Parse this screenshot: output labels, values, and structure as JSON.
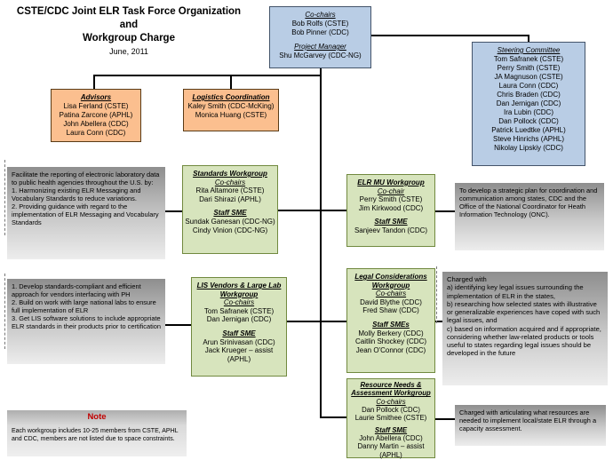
{
  "title": {
    "line1": "CSTE/CDC Joint ELR Task Force Organization",
    "line2": "and",
    "line3": "Workgroup Charge",
    "date": "June, 2011"
  },
  "cochairs": {
    "heading": "Co-chairs",
    "members": [
      "Bob Rolfs (CSTE)",
      "Bob Pinner (CDC)"
    ],
    "heading2": "Project Manager",
    "members2": [
      "Shu McGarvey (CDC-NG)"
    ]
  },
  "steering": {
    "heading": "Steering Committee",
    "members": [
      "Tom Safranek (CSTE)",
      "Perry Smith (CSTE)",
      "JA Magnuson (CSTE)",
      "Laura Conn (CDC)",
      "Chris Braden (CDC)",
      "Dan Jernigan (CDC)",
      "Ira Lubin (CDC)",
      "Dan Pollock (CDC)",
      "Patrick Luedtke (APHL)",
      "Steve Hinrichs (APHL)",
      "Nikolay Lipskiy (CDC)"
    ]
  },
  "advisors": {
    "heading": "Advisors",
    "members": [
      "Lisa Ferland (CSTE)",
      "Patina Zarcone (APHL)",
      "John Abellera (CDC)",
      "Laura Conn (CDC)"
    ]
  },
  "logistics": {
    "heading": "Logistics Coordination",
    "members": [
      "Kaley Smith (CDC-McKing)",
      "Monica Huang (CSTE)"
    ]
  },
  "workgroups": [
    {
      "title": "Standards Workgroup",
      "cochair_label": "Co-chairs",
      "cochairs": [
        "Rita Altamore (CSTE)",
        "Dari Shirazi (APHL)"
      ],
      "sme_label": "Staff SME",
      "smes": [
        "Sundak Ganesan (CDC-NG)",
        "Cindy Vinion (CDC-NG)"
      ]
    },
    {
      "title": "ELR MU Workgroup",
      "cochair_label": "Co-chair",
      "cochairs": [
        "Perry Smith (CSTE)",
        "Jim Kirkwood (CDC)"
      ],
      "sme_label": "Staff SME",
      "smes": [
        "Sanjeev Tandon (CDC)"
      ]
    },
    {
      "title": "LIS Vendors & Large Lab Workgroup",
      "cochair_label": "Co-chairs",
      "cochairs": [
        "Tom Safranek (CSTE)",
        "Dan Jernigan (CDC)"
      ],
      "sme_label": "Staff SME",
      "smes": [
        "Arun Srinivasan (CDC)",
        "Jack Krueger – assist (APHL)"
      ]
    },
    {
      "title": "Legal Considerations Workgroup",
      "cochair_label": "Co-chairs",
      "cochairs": [
        "David Blythe (CDC)",
        "Fred Shaw (CDC)"
      ],
      "sme_label": "Staff SMEs",
      "smes": [
        "Molly Berkery (CDC)",
        "Caitlin Shockey (CDC)",
        "Jean O'Connor (CDC)"
      ]
    },
    {
      "title": "Resource Needs & Assessment Workgroup",
      "cochair_label": "Co-chairs",
      "cochairs": [
        "Dan Pollock (CDC)",
        "Laurie Smithee (CSTE)"
      ],
      "sme_label": "Staff SME",
      "smes": [
        "John Abellera (CDC)",
        "Danny Martin – assist (APHL)"
      ]
    }
  ],
  "charges": [
    {
      "text": "Facilitate the reporting of electronic laboratory data to public health agencies throughout the U.S. by:\n1.  Harmonizing existing ELR Messaging and Vocabulary Standards to reduce variations.\n2.  Providing guidance with regard to the implementation of ELR Messaging and Vocabulary Standards"
    },
    {
      "text": "To develop a strategic plan for coordination and communication among states, CDC and the Office of the National Coordinator for Heath Information Technology (ONC)."
    },
    {
      "text": "1.  Develop standards-compliant and efficient approach for vendors interfacing with PH\n2.  Build on work with large national labs to ensure full implementation of ELR\n3.  Get LIS software solutions to include appropriate ELR standards in their products prior to certification"
    },
    {
      "text": "Charged with\na) identifying key legal issues surrounding the implementation of ELR in the states,\nb) researching how selected states with illustrative or generalizable experiences have coped with such legal issues, and\nc) based on information acquired and if appropriate, considering whether law-related products or tools useful to states regarding legal issues should be developed in the future"
    },
    {
      "text": "Charged with articulating what resources are needed to implement local/state ELR through a capacity assessment."
    }
  ],
  "note": {
    "title": "Note",
    "text": "Each workgroup includes 10-25 members from CSTE, APHL and CDC, members are not listed due to space constraints."
  },
  "colors": {
    "blue": "#b9cde5",
    "orange": "#fbbf8f",
    "green": "#d7e4bd",
    "green_border": "#71893f",
    "note_red": "#c00000"
  }
}
